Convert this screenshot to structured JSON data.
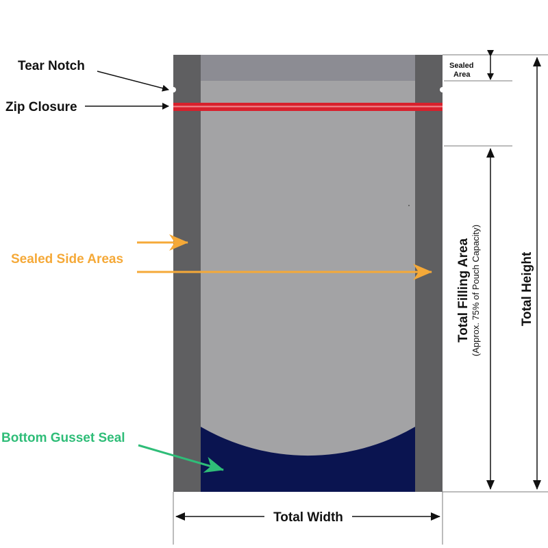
{
  "labels": {
    "tear_notch": "Tear Notch",
    "zip_closure": "Zip Closure",
    "sealed_side_areas": "Sealed Side Areas",
    "bottom_gusset_seal": "Bottom Gusset Seal",
    "sealed_area_line1": "Sealed",
    "sealed_area_line2": "Area",
    "total_filling_area": "Total Filling Area",
    "filling_area_note": "(Approx. 75% of  Pouch Capacity)",
    "total_height": "Total Height",
    "total_width": "Total Width"
  },
  "colors": {
    "side_seal": "#5f5f61",
    "top_seal": "#8c8c93",
    "body": "#a3a3a5",
    "gusset": "#0a1450",
    "zip": "#d8202c",
    "label_black": "#111111",
    "sealed_side_orange": "#f5a938",
    "gusset_green": "#2fbd78",
    "dimension_line": "#111111",
    "guide_line": "#7a7a7a"
  }
}
